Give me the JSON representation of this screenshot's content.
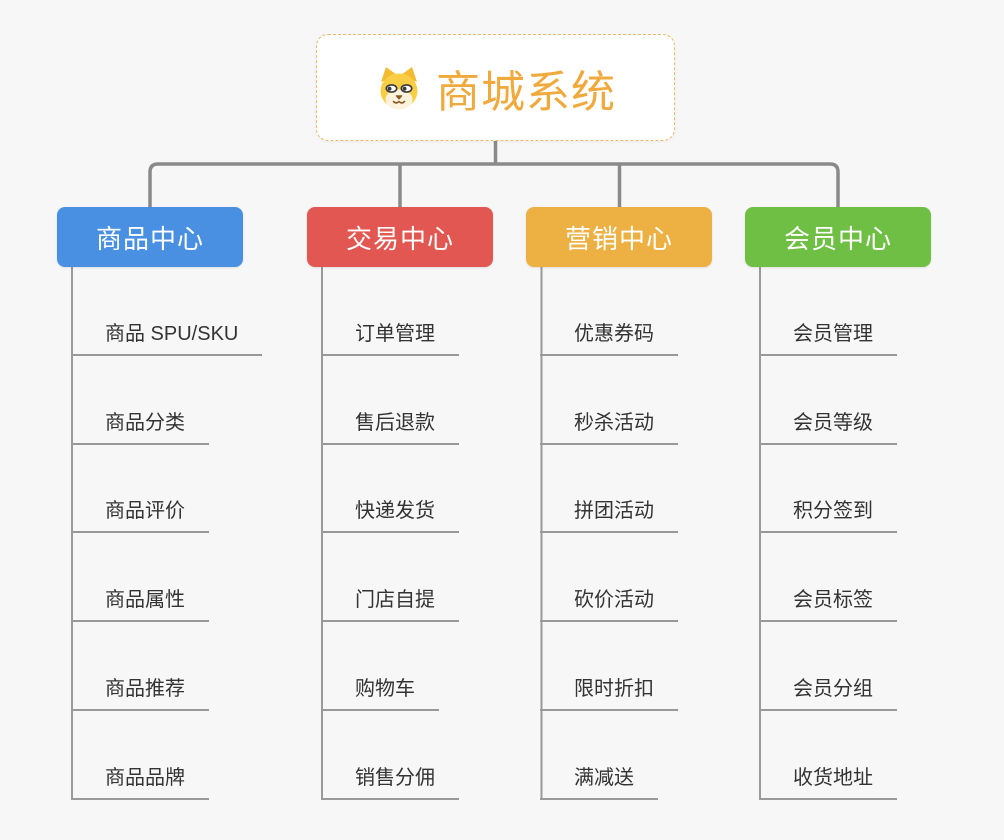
{
  "page": {
    "background_color": "#f7f7f7",
    "connector_color": "#8a8a8a",
    "child_line_color": "#999999",
    "child_text_color": "#333333"
  },
  "root": {
    "label": "商城系统",
    "icon": "dog-face-icon",
    "text_color": "#f0a93c",
    "border_color": "#efb969",
    "background": "#ffffff"
  },
  "branches": [
    {
      "label": "商品中心",
      "color": "#4a90e2",
      "children": [
        "商品 SPU/SKU",
        "商品分类",
        "商品评价",
        "商品属性",
        "商品推荐",
        "商品品牌"
      ]
    },
    {
      "label": "交易中心",
      "color": "#e25752",
      "children": [
        "订单管理",
        "售后退款",
        "快递发货",
        "门店自提",
        "购物车",
        "销售分佣"
      ]
    },
    {
      "label": "营销中心",
      "color": "#edb143",
      "children": [
        "优惠券码",
        "秒杀活动",
        "拼团活动",
        "砍价活动",
        "限时折扣",
        "满减送"
      ]
    },
    {
      "label": "会员中心",
      "color": "#6fbf44",
      "children": [
        "会员管理",
        "会员等级",
        "积分签到",
        "会员标签",
        "会员分组",
        "收货地址"
      ]
    }
  ]
}
